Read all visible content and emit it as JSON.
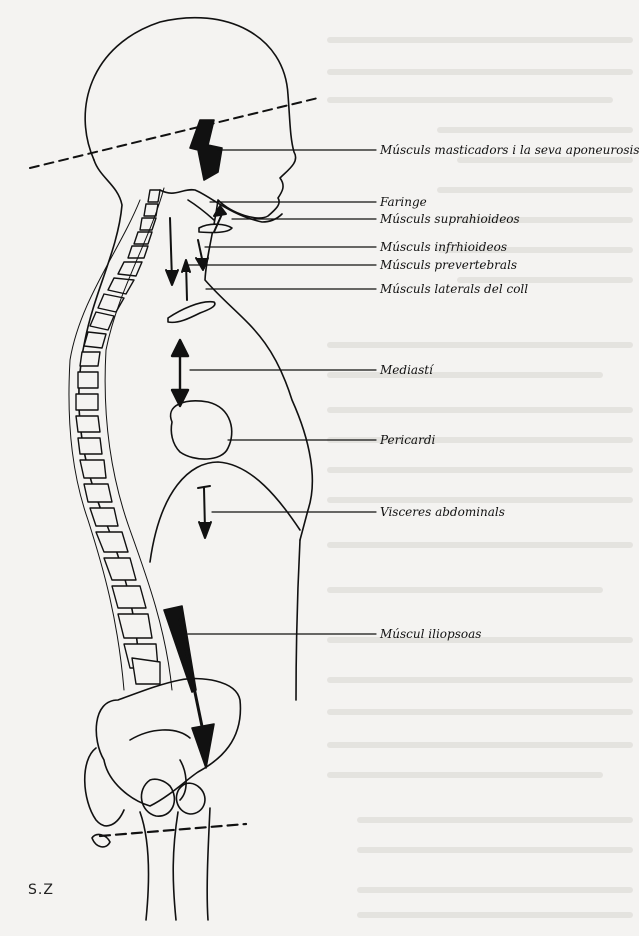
{
  "labels": {
    "masticadors": "Músculs masticadors i la seva aponeurosis",
    "faringe": "Faringe",
    "suprahioideos": "Músculs suprahioideos",
    "infrhioideos": "Músculs infrhioideos",
    "prevertebrals": "Músculs prevertebrals",
    "laterals_coll": "Músculs laterals del coll",
    "mediasti": "Mediastí",
    "pericardi": "Pericardi",
    "visceres": "Visceres abdominals",
    "iliopsoas": "Múscul iliopsoas"
  },
  "signature": "S.Z",
  "colors": {
    "paper": "#f4f3f1",
    "ink": "#111111",
    "bleed": "#d6d4d0"
  }
}
